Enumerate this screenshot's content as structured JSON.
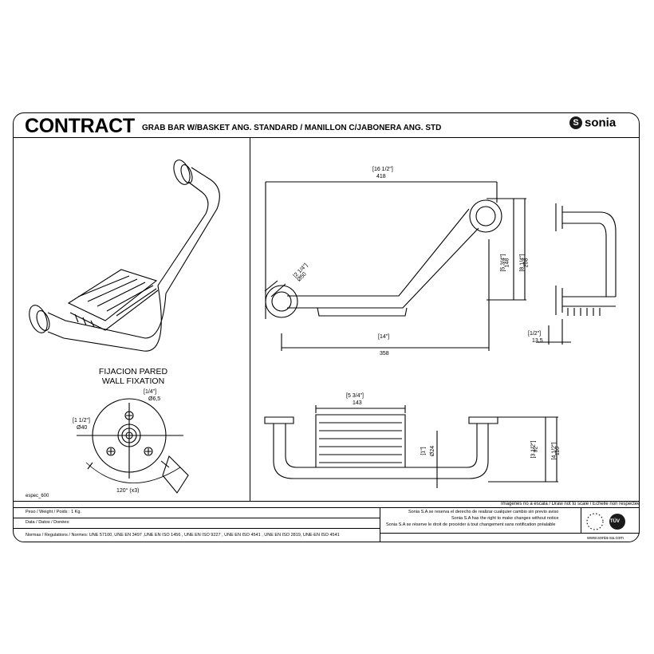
{
  "header": {
    "title": "CONTRACT",
    "subtitle": "GRAB BAR W/BASKET ANG. STANDARD / MANILLON C/JABONERA ANG. STD",
    "brand": "sonia",
    "brand_mark": "S"
  },
  "fixation": {
    "line1": "FIJACION PARED",
    "line2": "WALL FIXATION",
    "dim_small_in": "[1/4\"]",
    "dim_small_mm": "Ø6,5",
    "dim_rose_in": "[1 1/2\"]",
    "dim_rose_mm": "Ø40",
    "angle": "120° (x3)"
  },
  "dimensions": {
    "width_in": "[16 1/2\"]",
    "width_mm": "418",
    "tube_in": "[2 1/4\"]",
    "tube_mm": "Ø50",
    "rise_in": "[5 3/4\"]",
    "rise_mm": "148",
    "height_in": "[8 1/4\"]",
    "height_mm": "208",
    "base_in": "[14\"]",
    "base_mm": "358",
    "off_in": "[1/2\"]",
    "off_mm": "13,5",
    "basket_in": "[5 3/4\"]",
    "basket_mm": "143",
    "bar_in": "[1\"]",
    "bar_mm": "Ø24",
    "proj_in": "[3 1/2\"]",
    "proj_mm": "92",
    "depth_in": "[4 1/2\"]",
    "depth_mm": "116"
  },
  "footer": {
    "code": "espec_600",
    "scale_note": "Imagenes no a escala / Draw not to scale / Echelle non respectée",
    "weight": "Peso / Weight / Poids : 1 Kg.",
    "data": "Data / Datos / Donées:",
    "norms": "Normas / Regulations / Normes: UNE 57100, UNE EN 3497 ,UNE EN ISO 1456 , UNE EN ISO 9227 , UNE EN ISO 4541 , UNE EN ISO 2819, UNE-EN ISO 4541",
    "notice_es": "Sonia S.A se reserva el derecho de realizar cualquier cambio sin previo aviso",
    "notice_en": "Sonia S.A has the right to make changes without notice",
    "notice_fr": "Sonia S.A se réserve le droit de procéder à tout changement sans notification préalable",
    "website": "www.sonia-sa.com",
    "cert_badge": "TÜV"
  }
}
